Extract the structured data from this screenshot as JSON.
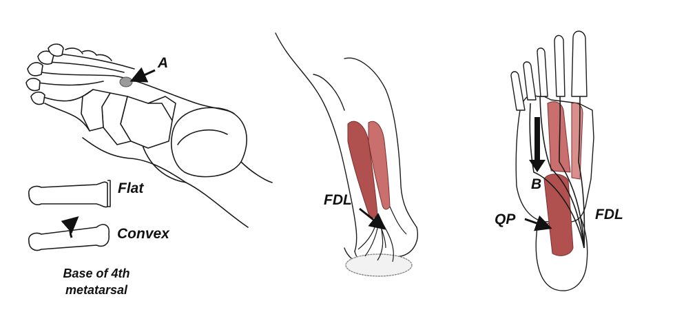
{
  "labels": {
    "a": "A",
    "flat": "Flat",
    "convex": "Convex",
    "caption_line1": "Base of 4th",
    "caption_line2": "metatarsal",
    "fdl_middle": "FDL",
    "b": "B",
    "qp": "QP",
    "fdl_right": "FDL"
  },
  "colors": {
    "muscle": "#b0504f",
    "muscle_light": "#d98f8c",
    "outline": "#1a1a1a",
    "highlight": "#9a9a9a"
  }
}
